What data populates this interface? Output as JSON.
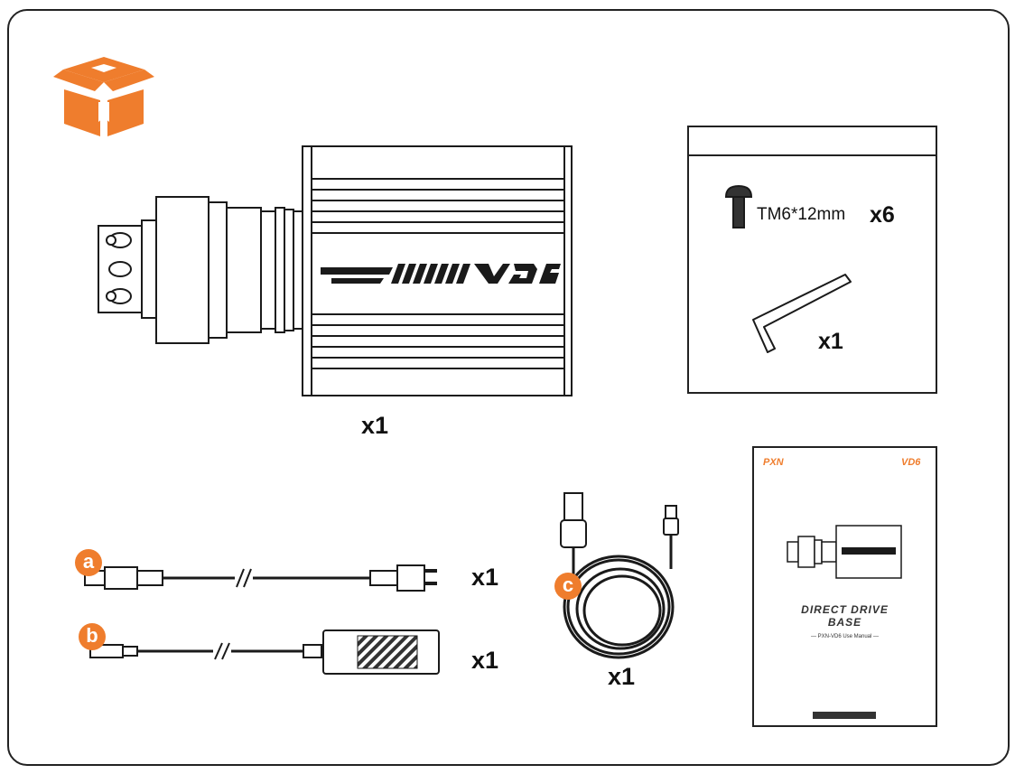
{
  "header": {
    "icon": "package-box-icon",
    "accent_color": "#ef7d2d"
  },
  "items": {
    "wheel_base": {
      "qty": "x1",
      "logo_text": "VD 6"
    },
    "hardware": {
      "screw_label": "TM6*12mm",
      "screw_qty": "x6",
      "hex_key_qty": "x1"
    },
    "power_cord": {
      "badge": "a",
      "qty": "x1"
    },
    "power_adapter": {
      "badge": "b",
      "qty": "x1"
    },
    "usb_cable": {
      "badge": "c",
      "qty": "x1"
    },
    "manual": {
      "brand": "PXN",
      "model": "VD6",
      "title_line1": "DIRECT DRIVE",
      "title_line2": "BASE",
      "subtitle": "— PXN-VD6 Use Manual —"
    }
  }
}
